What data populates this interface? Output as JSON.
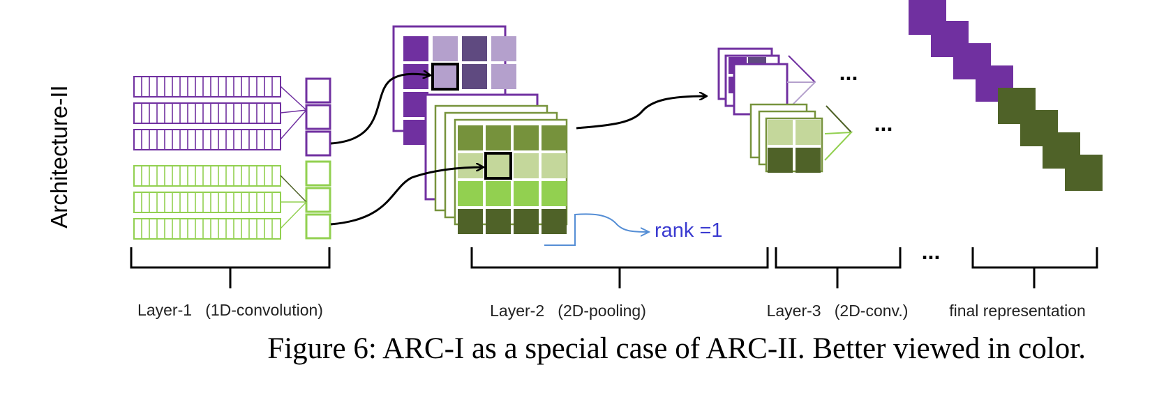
{
  "architecture_label": "Architecture-II",
  "layer_labels": {
    "layer1": "Layer-1   (1D-convolution)",
    "layer2": "Layer-2   (2D-pooling)",
    "layer3": "Layer-3   (2D-conv.)",
    "final": "final representation"
  },
  "rank_label": "rank =1",
  "ellipsis": "...",
  "caption": {
    "prefix": "Figure 6: A",
    "arc1": "RC",
    "middle": "-I as a special case of A",
    "arc2": "RC",
    "suffix": "-II. Better viewed in color."
  },
  "colors": {
    "purple": "#7030a0",
    "purple_light": "#b4a0cc",
    "purple_dark": "#5f4a80",
    "green": "#92d050",
    "green_border": "#77933c",
    "green_mid": "#76923c",
    "green_pale": "#c4d79b",
    "green_dark": "#4f6228",
    "blue": "#558ed5",
    "rank_text": "#3a3ad0"
  }
}
